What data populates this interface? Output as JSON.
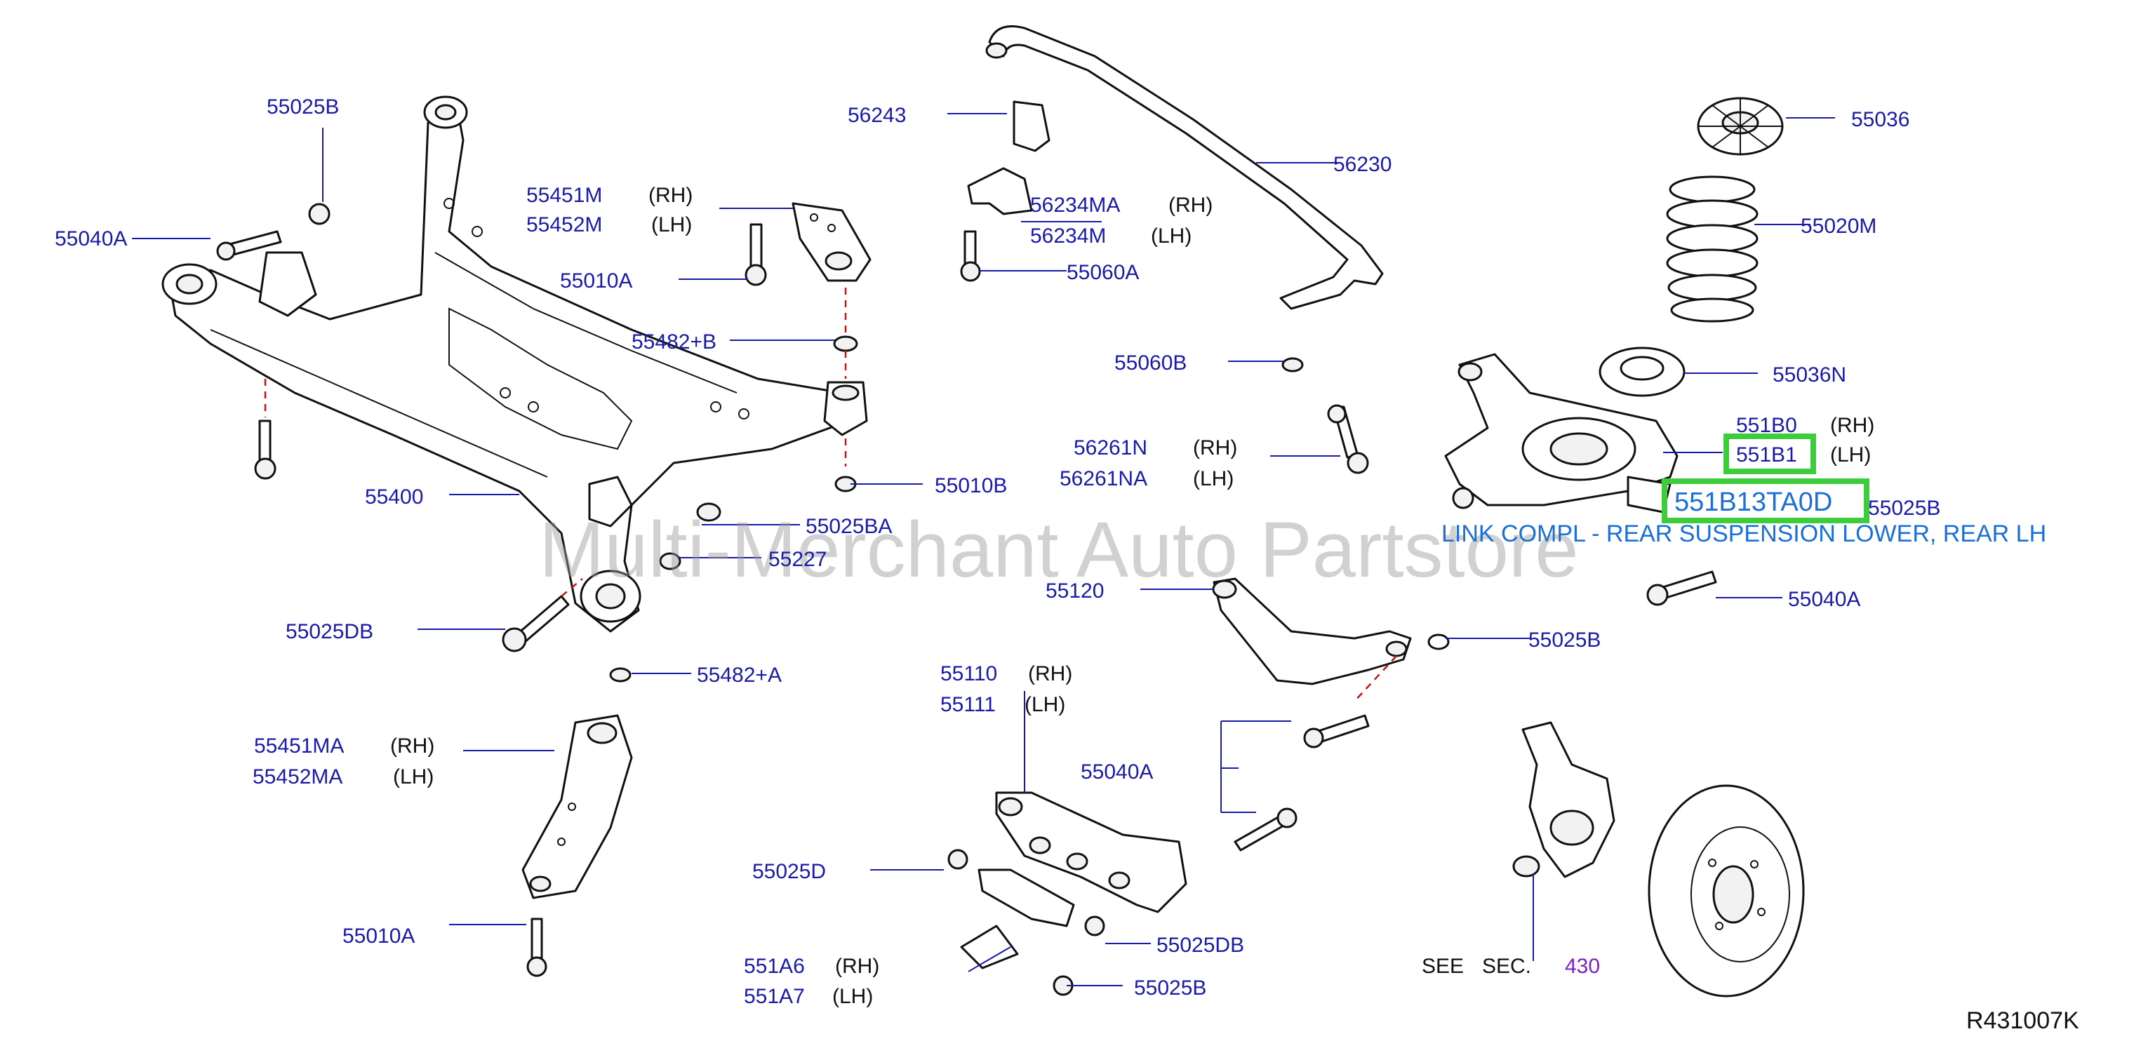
{
  "watermark": "Multi-Merchant Auto Partstore",
  "reference_code": "R431007K",
  "selected": {
    "part_number": "551B13TA0D",
    "description": "LINK COMPL - REAR SUSPENSION LOWER, REAR LH"
  },
  "labels": {
    "p55025B_top": "55025B",
    "p55040A_left": "55040A",
    "p55451M": "55451M",
    "p55452M": "55452M",
    "p55010A_top": "55010A",
    "p55482B": "55482+B",
    "p55400": "55400",
    "p55010B": "55010B",
    "p55025BA": "55025BA",
    "p55227": "55227",
    "p55025DB_left": "55025DB",
    "p55482A": "55482+A",
    "p55451MA": "55451MA",
    "p55452MA": "55452MA",
    "p55010A_bottom": "55010A",
    "p56243": "56243",
    "p56230": "56230",
    "p56234MA": "56234MA",
    "p56234M": "56234M",
    "p55060A": "55060A",
    "p55060B": "55060B",
    "p56261N": "56261N",
    "p56261NA": "56261NA",
    "p55120": "55120",
    "p55025B_mid": "55025B",
    "p55110": "55110",
    "p55111": "55111",
    "p55040A_mid": "55040A",
    "p55025D": "55025D",
    "p55025DB_bottom": "55025DB",
    "p551A6": "551A6",
    "p551A7": "551A7",
    "p55025B_bottom": "55025B",
    "p55036": "55036",
    "p55020M": "55020M",
    "p55036N": "55036N",
    "p551B0": "551B0",
    "p551B1": "551B1",
    "p55025B_right": "55025B",
    "p55040A_right": "55040A"
  },
  "sides": {
    "rh": "(RH)",
    "lh": "(LH)"
  },
  "see_section": {
    "see": "SEE",
    "sec": "SEC.",
    "number": "430"
  },
  "colors": {
    "part_number": "#1a1aa8",
    "highlight": "#3ccc3c",
    "selected_text": "#1a6fd8",
    "section_link": "#7a22c8"
  }
}
